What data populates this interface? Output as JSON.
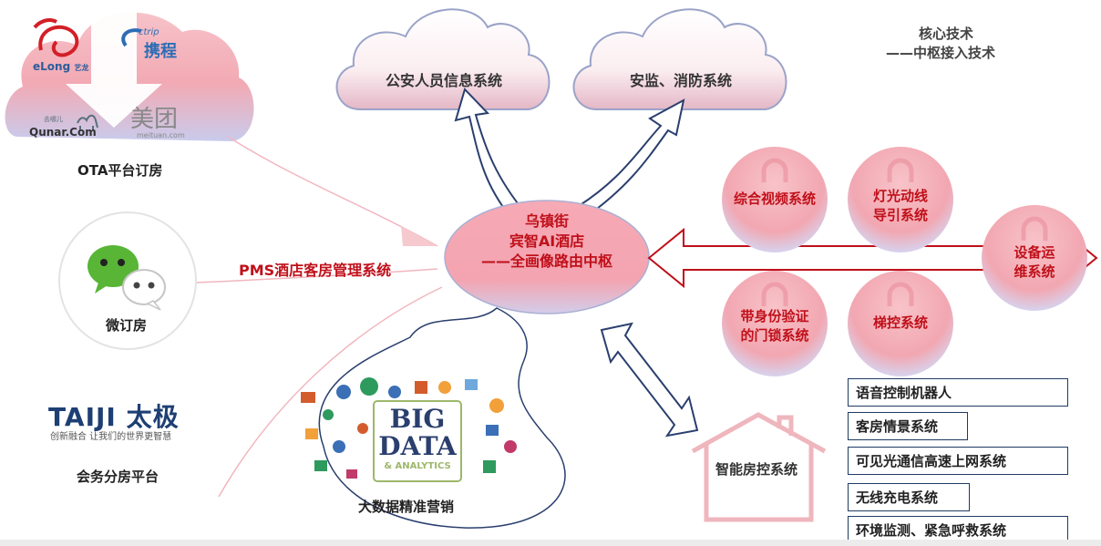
{
  "header": {
    "title_line1": "核心技术",
    "title_line2": "——中枢接入技术"
  },
  "ota": {
    "label": "OTA平台订房",
    "logos": {
      "elong_text": "eLong",
      "elong_sub": "艺龙",
      "ctrip_top": "ctrip",
      "ctrip_text": "携程",
      "qunar_text": "Qunar.Com",
      "qunar_sub": "去哪儿",
      "meituan_text": "美团",
      "meituan_sub": "meituan.com"
    }
  },
  "wechat": {
    "label": "微订房"
  },
  "taiji": {
    "brand_en": "TAIJI",
    "brand_cn": "太极",
    "slogan": "创新融合 让我们的世界更智慧",
    "label": "会务分房平台"
  },
  "pms": {
    "label": "PMS酒店客房管理系统"
  },
  "hub": {
    "line1": "乌镇街",
    "line2": "宾智AI酒店",
    "line3": "——全画像路由中枢"
  },
  "clouds": [
    {
      "label": "公安人员信息系统"
    },
    {
      "label": "安监、消防系统"
    }
  ],
  "circles": [
    {
      "label_line1": "综合视频系统",
      "label_line2": ""
    },
    {
      "label_line1": "灯光动线",
      "label_line2": "导引系统"
    },
    {
      "label_line1": "设备运",
      "label_line2": "维系统"
    },
    {
      "label_line1": "带身份验证",
      "label_line2": "的门锁系统"
    },
    {
      "label_line1": "梯控系统",
      "label_line2": ""
    }
  ],
  "bigdata": {
    "line1": "BIG",
    "line2": "DATA",
    "line3": "& ANALYTICS",
    "label": "大数据精准营销"
  },
  "smart_room": {
    "label": "智能房控系统"
  },
  "boxes": [
    "语音控制机器人",
    "客房情景系统",
    "可见光通信高速上网系统",
    "无线充电系统",
    "环境监测、紧急呼救系统"
  ],
  "colors": {
    "accent_red": "#c0101a",
    "cloud_pink": "#f3a9b3",
    "cloud_blue": "#c7cdea",
    "box_border": "#1f3b63"
  }
}
